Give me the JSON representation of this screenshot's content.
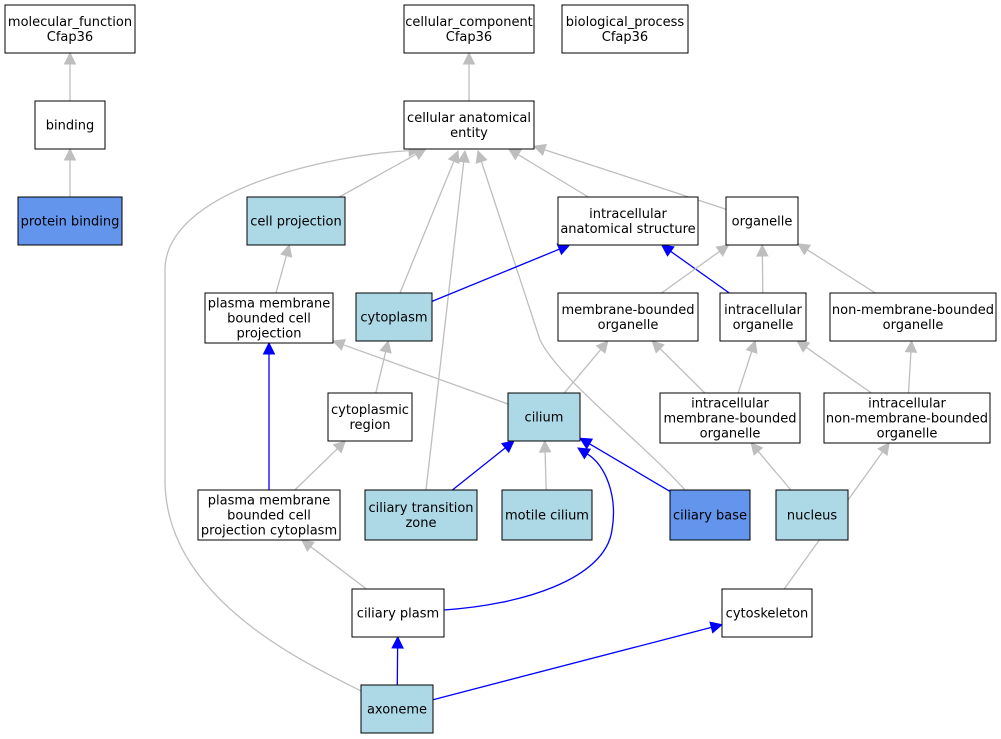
{
  "colors": {
    "default_fill": "#ffffff",
    "light_fill": "#add8e6",
    "dark_fill": "#6495ed",
    "is_a_edge": "#bebebe",
    "part_of_edge": "#0000ff"
  },
  "nodes": [
    {
      "id": "molecular_function",
      "lines": [
        "molecular_function",
        "Cfap36"
      ],
      "style": "default"
    },
    {
      "id": "cellular_component",
      "lines": [
        "cellular_component",
        "Cfap36"
      ],
      "style": "default"
    },
    {
      "id": "biological_process",
      "lines": [
        "biological_process",
        "Cfap36"
      ],
      "style": "default"
    },
    {
      "id": "binding",
      "lines": [
        "binding"
      ],
      "style": "default"
    },
    {
      "id": "cellular_anatomical_entity",
      "lines": [
        "cellular anatomical",
        "entity"
      ],
      "style": "default"
    },
    {
      "id": "protein_binding",
      "lines": [
        "protein binding"
      ],
      "style": "dark"
    },
    {
      "id": "cell_projection",
      "lines": [
        "cell projection"
      ],
      "style": "light"
    },
    {
      "id": "intracellular_anatomical_structure",
      "lines": [
        "intracellular",
        "anatomical structure"
      ],
      "style": "default"
    },
    {
      "id": "organelle",
      "lines": [
        "organelle"
      ],
      "style": "default"
    },
    {
      "id": "plasma_membrane_bounded_cell_projection",
      "lines": [
        "plasma membrane",
        "bounded cell",
        "projection"
      ],
      "style": "default"
    },
    {
      "id": "cytoplasm",
      "lines": [
        "cytoplasm"
      ],
      "style": "light"
    },
    {
      "id": "membrane_bounded_organelle",
      "lines": [
        "membrane-bounded",
        "organelle"
      ],
      "style": "default"
    },
    {
      "id": "intracellular_organelle",
      "lines": [
        "intracellular",
        "organelle"
      ],
      "style": "default"
    },
    {
      "id": "non_membrane_bounded_organelle",
      "lines": [
        "non-membrane-bounded",
        "organelle"
      ],
      "style": "default"
    },
    {
      "id": "cytoplasmic_region",
      "lines": [
        "cytoplasmic",
        "region"
      ],
      "style": "default"
    },
    {
      "id": "cilium",
      "lines": [
        "cilium"
      ],
      "style": "light"
    },
    {
      "id": "intracellular_membrane_bounded_organelle",
      "lines": [
        "intracellular",
        "membrane-bounded",
        "organelle"
      ],
      "style": "default"
    },
    {
      "id": "intracellular_non_membrane_bounded_organelle",
      "lines": [
        "intracellular",
        "non-membrane-bounded",
        "organelle"
      ],
      "style": "default"
    },
    {
      "id": "plasma_membrane_bounded_cell_projection_cytoplasm",
      "lines": [
        "plasma membrane",
        "bounded cell",
        "projection cytoplasm"
      ],
      "style": "default"
    },
    {
      "id": "ciliary_transition_zone",
      "lines": [
        "ciliary transition",
        "zone"
      ],
      "style": "light"
    },
    {
      "id": "motile_cilium",
      "lines": [
        "motile cilium"
      ],
      "style": "light"
    },
    {
      "id": "ciliary_base",
      "lines": [
        "ciliary base"
      ],
      "style": "dark"
    },
    {
      "id": "nucleus",
      "lines": [
        "nucleus"
      ],
      "style": "light"
    },
    {
      "id": "ciliary_plasm",
      "lines": [
        "ciliary plasm"
      ],
      "style": "default"
    },
    {
      "id": "cytoskeleton",
      "lines": [
        "cytoskeleton"
      ],
      "style": "default"
    },
    {
      "id": "axoneme",
      "lines": [
        "axoneme"
      ],
      "style": "light"
    }
  ],
  "edges": [
    {
      "from": "binding",
      "to": "molecular_function",
      "type": "is_a"
    },
    {
      "from": "protein_binding",
      "to": "binding",
      "type": "is_a"
    },
    {
      "from": "cellular_anatomical_entity",
      "to": "cellular_component",
      "type": "is_a"
    },
    {
      "from": "cell_projection",
      "to": "cellular_anatomical_entity",
      "type": "is_a"
    },
    {
      "from": "intracellular_anatomical_structure",
      "to": "cellular_anatomical_entity",
      "type": "is_a"
    },
    {
      "from": "organelle",
      "to": "cellular_anatomical_entity",
      "type": "is_a"
    },
    {
      "from": "cytoplasm",
      "to": "cellular_anatomical_entity",
      "type": "is_a"
    },
    {
      "from": "ciliary_transition_zone",
      "to": "cellular_anatomical_entity",
      "type": "is_a"
    },
    {
      "from": "ciliary_base",
      "to": "cellular_anatomical_entity",
      "type": "is_a"
    },
    {
      "from": "axoneme",
      "to": "cellular_anatomical_entity",
      "type": "is_a"
    },
    {
      "from": "plasma_membrane_bounded_cell_projection",
      "to": "cell_projection",
      "type": "is_a"
    },
    {
      "from": "cytoplasm",
      "to": "intracellular_anatomical_structure",
      "type": "part_of"
    },
    {
      "from": "intracellular_organelle",
      "to": "intracellular_anatomical_structure",
      "type": "part_of"
    },
    {
      "from": "membrane_bounded_organelle",
      "to": "organelle",
      "type": "is_a"
    },
    {
      "from": "intracellular_organelle",
      "to": "organelle",
      "type": "is_a"
    },
    {
      "from": "non_membrane_bounded_organelle",
      "to": "organelle",
      "type": "is_a"
    },
    {
      "from": "cilium",
      "to": "plasma_membrane_bounded_cell_projection",
      "type": "is_a"
    },
    {
      "from": "cilium",
      "to": "membrane_bounded_organelle",
      "type": "is_a"
    },
    {
      "from": "intracellular_membrane_bounded_organelle",
      "to": "membrane_bounded_organelle",
      "type": "is_a"
    },
    {
      "from": "intracellular_membrane_bounded_organelle",
      "to": "intracellular_organelle",
      "type": "is_a"
    },
    {
      "from": "intracellular_non_membrane_bounded_organelle",
      "to": "intracellular_organelle",
      "type": "is_a"
    },
    {
      "from": "intracellular_non_membrane_bounded_organelle",
      "to": "non_membrane_bounded_organelle",
      "type": "is_a"
    },
    {
      "from": "cytoplasmic_region",
      "to": "cytoplasm",
      "type": "is_a"
    },
    {
      "from": "plasma_membrane_bounded_cell_projection_cytoplasm",
      "to": "cytoplasmic_region",
      "type": "is_a"
    },
    {
      "from": "plasma_membrane_bounded_cell_projection_cytoplasm",
      "to": "plasma_membrane_bounded_cell_projection",
      "type": "part_of"
    },
    {
      "from": "ciliary_transition_zone",
      "to": "cilium",
      "type": "part_of"
    },
    {
      "from": "motile_cilium",
      "to": "cilium",
      "type": "is_a"
    },
    {
      "from": "ciliary_base",
      "to": "cilium",
      "type": "part_of"
    },
    {
      "from": "ciliary_plasm",
      "to": "cilium",
      "type": "part_of"
    },
    {
      "from": "nucleus",
      "to": "intracellular_membrane_bounded_organelle",
      "type": "is_a"
    },
    {
      "from": "cytoskeleton",
      "to": "intracellular_non_membrane_bounded_organelle",
      "type": "is_a"
    },
    {
      "from": "ciliary_plasm",
      "to": "plasma_membrane_bounded_cell_projection_cytoplasm",
      "type": "is_a"
    },
    {
      "from": "axoneme",
      "to": "ciliary_plasm",
      "type": "part_of"
    },
    {
      "from": "axoneme",
      "to": "cytoskeleton",
      "type": "part_of"
    }
  ]
}
